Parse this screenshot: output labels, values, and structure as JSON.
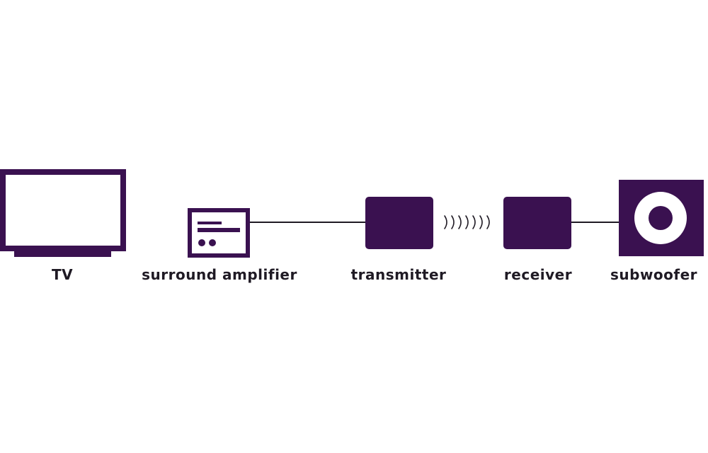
{
  "colors": {
    "device": "#3a1150",
    "line": "#1f1a24",
    "label": "#1f1a24",
    "background": "#ffffff"
  },
  "devices": [
    {
      "id": "tv",
      "label": "TV",
      "icon": "tv-icon"
    },
    {
      "id": "amplifier",
      "label": "surround amplifier",
      "icon": "amplifier-icon"
    },
    {
      "id": "transmitter",
      "label": "transmitter",
      "icon": "transmitter-icon"
    },
    {
      "id": "receiver",
      "label": "receiver",
      "icon": "receiver-icon"
    },
    {
      "id": "subwoofer",
      "label": "subwoofer",
      "icon": "subwoofer-icon"
    }
  ],
  "connections": [
    {
      "from": "amplifier",
      "to": "transmitter",
      "type": "wired"
    },
    {
      "from": "transmitter",
      "to": "receiver",
      "type": "wireless"
    },
    {
      "from": "receiver",
      "to": "subwoofer",
      "type": "wired"
    }
  ]
}
